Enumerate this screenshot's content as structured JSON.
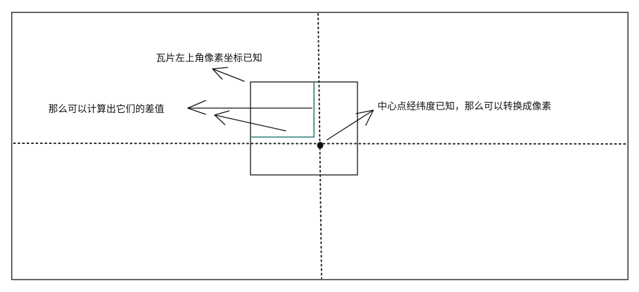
{
  "diagram": {
    "labels": {
      "tile_corner": "瓦片左上角像素坐标已知",
      "difference": "那么可以计算出它们的差值",
      "center_point": "中心点经纬度已知，那么可以转换成像素"
    },
    "icons": [
      "arrow-left-icon",
      "arrow-up-right-icon",
      "center-dot-icon"
    ],
    "colors": {
      "line": "#222222",
      "offset_lines": "#2e7d78",
      "text": "#111111",
      "background": "#ffffff"
    }
  }
}
